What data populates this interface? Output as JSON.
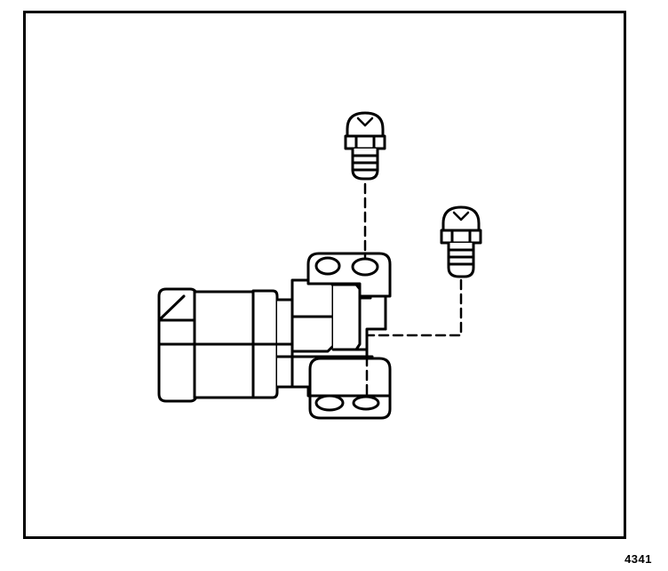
{
  "figure": {
    "number": "4341"
  },
  "colors": {
    "ink": "#000000",
    "paper": "#ffffff"
  },
  "parts": {
    "bolts": [
      "bolt-upper",
      "bolt-right"
    ],
    "bracket": "mounting-bracket",
    "fitting": "pipe-fitting"
  }
}
